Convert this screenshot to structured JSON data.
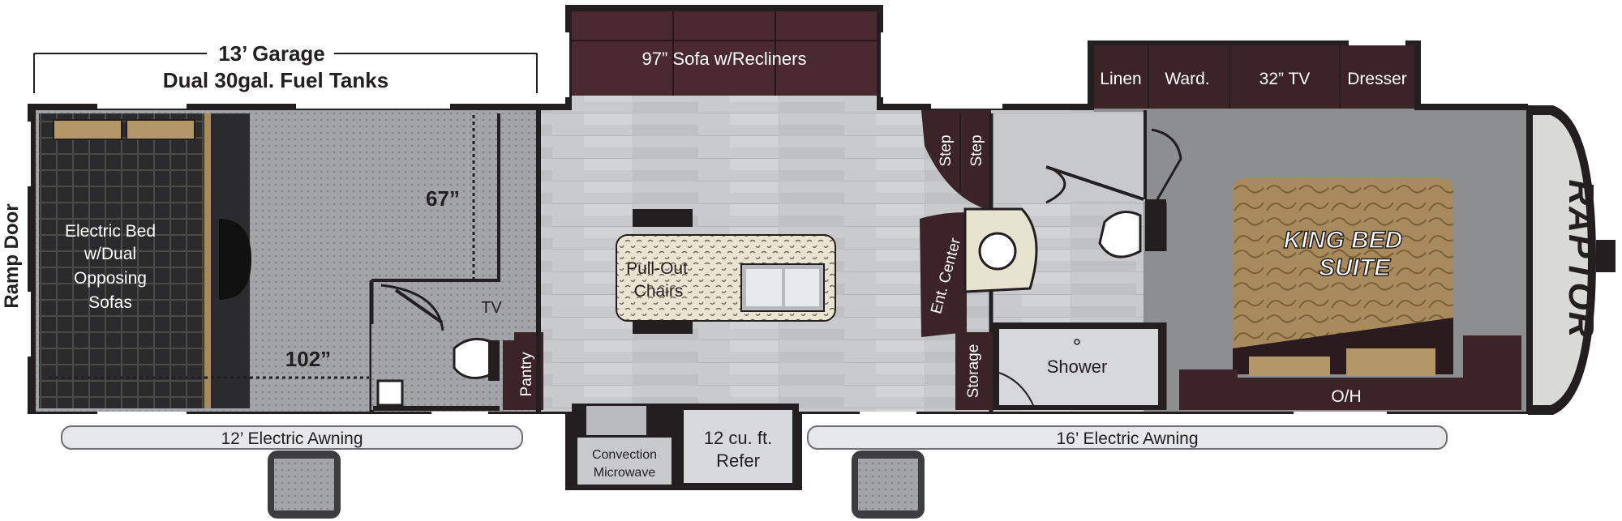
{
  "labels": {
    "garage": "13’ Garage",
    "fuel_tanks": "Dual 30gal. Fuel Tanks",
    "ramp_door": "Ramp Door",
    "electric_bed": [
      "Electric Bed",
      "w/Dual",
      "Opposing",
      "Sofas"
    ],
    "dim_67": "67”",
    "dim_102": "102”",
    "tv_garage": "TV",
    "pantry": "Pantry",
    "sofa": "97” Sofa w/Recliners",
    "pull_out_chairs": [
      "Pull-Out",
      "Chairs"
    ],
    "convection_microwave": [
      "Convection",
      "Microwave"
    ],
    "refer": [
      "12 cu. ft.",
      "Refer"
    ],
    "step_1": "Step",
    "step_2": "Step",
    "ent_center": "Ent. Center",
    "storage": "Storage",
    "shower": "Shower",
    "linen": "Linen",
    "ward": "Ward.",
    "tv_32": "32” TV",
    "dresser": "Dresser",
    "king_bed": [
      "KING BED",
      "SUITE"
    ],
    "oh": "O/H",
    "awning_12": "12’ Electric Awning",
    "awning_16": "16’ Electric Awning",
    "brand": "RAPTOR"
  },
  "colors": {
    "wall": "#231f20",
    "garage_floor": "#a7a9ac",
    "living_floor": "#c8c9cb",
    "carpet": "#8a8c8e",
    "cabinet_dark": "#3b2328",
    "sofa_brown": "#4a2a30",
    "bed_tan": "#a8895a",
    "awning": "#e6e7e8"
  }
}
